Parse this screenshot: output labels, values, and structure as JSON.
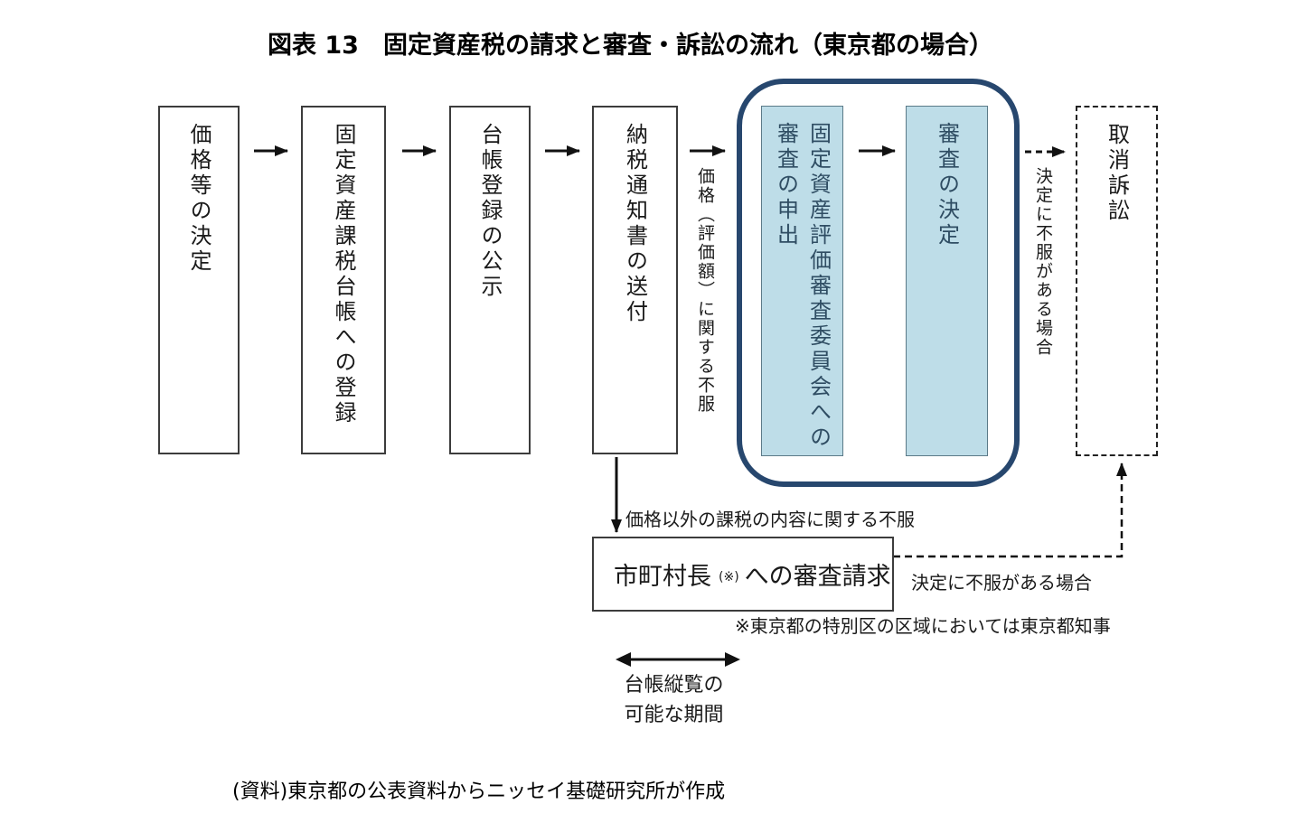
{
  "title": "図表 13　固定資産税の請求と審査・訴訟の流れ（東京都の場合）",
  "flow": {
    "boxes": [
      {
        "id": "price-decision",
        "label": "価格等の決定"
      },
      {
        "id": "ledger-register",
        "label": "固定資産課税台帳への登録"
      },
      {
        "id": "ledger-publication",
        "label": "台帳登録の公示"
      },
      {
        "id": "tax-notice",
        "label": "納税通知書の送付"
      },
      {
        "id": "committee-appeal",
        "label": "固定資産評価審査委員会への\n審査の申出"
      },
      {
        "id": "review-decision",
        "label": "審査の決定"
      },
      {
        "id": "revocation-suit",
        "label": "取消訴訟"
      }
    ],
    "edge_labels": {
      "price_objection": "価格（評価額）に関する不服",
      "decision_objection_vertical": "決定に不服がある場合",
      "other_objection": "価格以外の課税の内容に関する不服",
      "decision_objection_horizontal": "決定に不服がある場合"
    },
    "mayor_box": {
      "main": "市町村長",
      "note_mark": "(※)",
      "suffix": "への審査請求"
    },
    "footnote": "※東京都の特別区の区域においては東京都知事",
    "inspection_period": {
      "line1": "台帳縦覧の",
      "line2": "可能な期間"
    },
    "source": "(資料)東京都の公表資料からニッセイ基礎研究所が作成"
  },
  "colors": {
    "highlight_fill": "#bedde8",
    "highlight_border": "#5b7a88",
    "highlight_text": "#2f4d63",
    "container_border": "#27476e",
    "box_border": "#3c3c3c",
    "text": "#1a1a1a"
  }
}
